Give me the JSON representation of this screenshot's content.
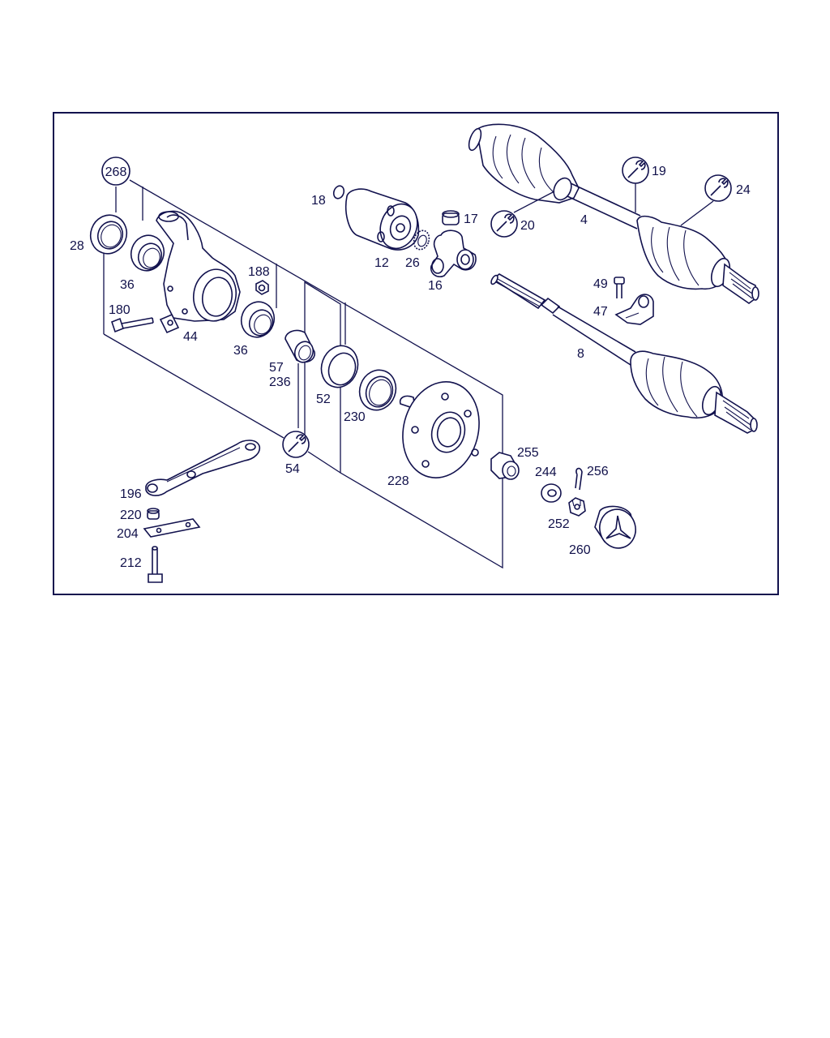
{
  "labels": {
    "p268": "268",
    "p28": "28",
    "p36a": "36",
    "p36b": "36",
    "p180": "180",
    "p44": "44",
    "p188": "188",
    "p18": "18",
    "p12": "12",
    "p26": "26",
    "p16": "16",
    "p17": "17",
    "p20": "20",
    "p19": "19",
    "p4": "4",
    "p24": "24",
    "p49": "49",
    "p47": "47",
    "p8": "8",
    "p57": "57",
    "p236": "236",
    "p52": "52",
    "p230": "230",
    "p228": "228",
    "p54": "54",
    "p255": "255",
    "p244": "244",
    "p256": "256",
    "p252": "252",
    "p260": "260",
    "p196": "196",
    "p220": "220",
    "p204": "204",
    "p212": "212"
  },
  "colors": {
    "ink": "#12124e",
    "background": "#ffffff"
  },
  "icons": [
    "wrench-icon"
  ]
}
